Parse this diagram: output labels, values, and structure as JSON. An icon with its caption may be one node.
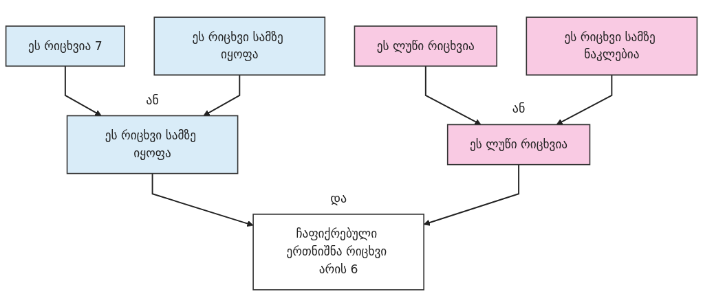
{
  "diagram": {
    "nodes": [
      {
        "text": [
          "ეს რიცხვია 7"
        ]
      },
      {
        "text": [
          "ეს რიცხვი სამზე იყოფა"
        ]
      },
      {
        "text": [
          "ეს ლუწი რიცხვია"
        ]
      },
      {
        "text": [
          "ეს რიცხვი სამზე ნაკლებია"
        ]
      },
      {
        "text": [
          "ეს რიცხვი სამზე იყოფა"
        ]
      },
      {
        "text": [
          "ეს ლუწი რიცხვია"
        ]
      },
      {
        "text": [
          "ჩაფიქრებული ერთნიშნა რიცხვი არის 6"
        ]
      }
    ],
    "edges": [
      {
        "from": 0,
        "to": 4,
        "arrow": "to"
      },
      {
        "from": 1,
        "to": 4,
        "arrow": "to"
      },
      {
        "from": 2,
        "to": 5,
        "arrow": "to"
      },
      {
        "from": 3,
        "to": 5,
        "arrow": "to"
      },
      {
        "from": 4,
        "to": 6,
        "arrow": "to"
      },
      {
        "from": 5,
        "to": 6,
        "arrow": "to"
      }
    ],
    "labels": [
      "ან",
      "ან",
      "და"
    ]
  }
}
